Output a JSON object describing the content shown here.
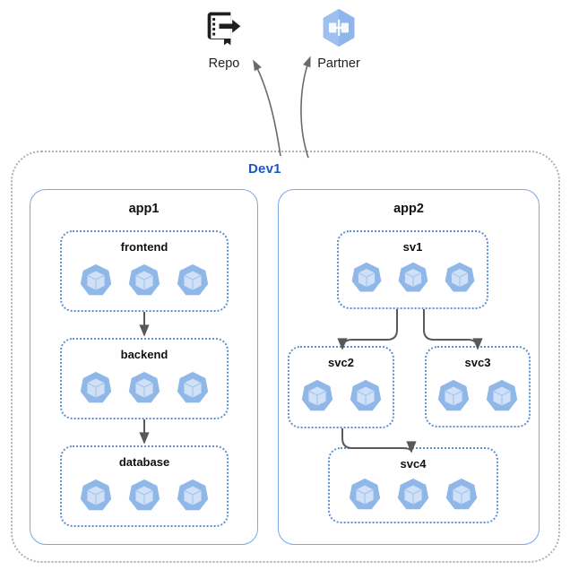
{
  "diagram": {
    "title": "Dev1",
    "title_color": "#1a56c4",
    "environment_border_color": "#b0b0b0",
    "app_border_color": "#7aa8e0",
    "service_border_color": "#5b8fd6",
    "pod_color": "#8fb8e8",
    "pod_face_color": "#cfe0f7",
    "edge_color": "#595959"
  },
  "external_nodes": [
    {
      "id": "repo",
      "label": "Repo",
      "icon": "repo-icon"
    },
    {
      "id": "partner",
      "label": "Partner",
      "icon": "partner-interconnect-icon"
    }
  ],
  "applications": [
    {
      "id": "app1",
      "label": "app1",
      "services": [
        {
          "id": "frontend",
          "label": "frontend",
          "pod_count": 3
        },
        {
          "id": "backend",
          "label": "backend",
          "pod_count": 3
        },
        {
          "id": "database",
          "label": "database",
          "pod_count": 3
        }
      ]
    },
    {
      "id": "app2",
      "label": "app2",
      "services": [
        {
          "id": "sv1",
          "label": "sv1",
          "pod_count": 3
        },
        {
          "id": "svc2",
          "label": "svc2",
          "pod_count": 2
        },
        {
          "id": "svc3",
          "label": "svc3",
          "pod_count": 2
        },
        {
          "id": "svc4",
          "label": "svc4",
          "pod_count": 3
        }
      ]
    }
  ],
  "connections": [
    {
      "from": "frontend",
      "to": "backend"
    },
    {
      "from": "backend",
      "to": "database"
    },
    {
      "from": "sv1",
      "to": "svc2"
    },
    {
      "from": "sv1",
      "to": "svc3"
    },
    {
      "from": "svc2",
      "to": "svc4"
    },
    {
      "from": "Dev1",
      "to": "repo"
    },
    {
      "from": "Dev1",
      "to": "partner"
    }
  ]
}
